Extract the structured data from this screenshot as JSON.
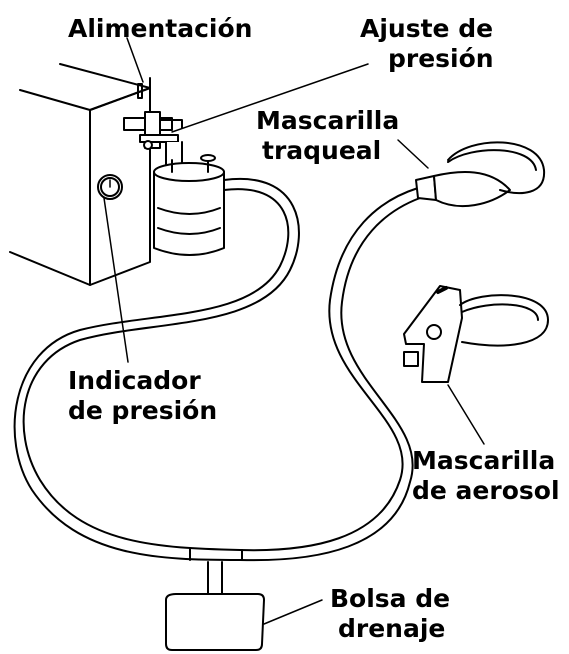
{
  "labels": {
    "power": "Alimentación",
    "pressure_adjust": [
      "Ajuste de",
      "presión"
    ],
    "tracheal_mask": [
      "Mascarilla",
      "traqueal"
    ],
    "pressure_gauge": [
      "Indicador",
      "de presión"
    ],
    "aerosol_mask": [
      "Mascarilla",
      "de aerosol"
    ],
    "drain_bag": [
      "Bolsa de",
      "drenaje"
    ]
  },
  "colors": {
    "stroke": "#000000",
    "fill": "#ffffff"
  }
}
